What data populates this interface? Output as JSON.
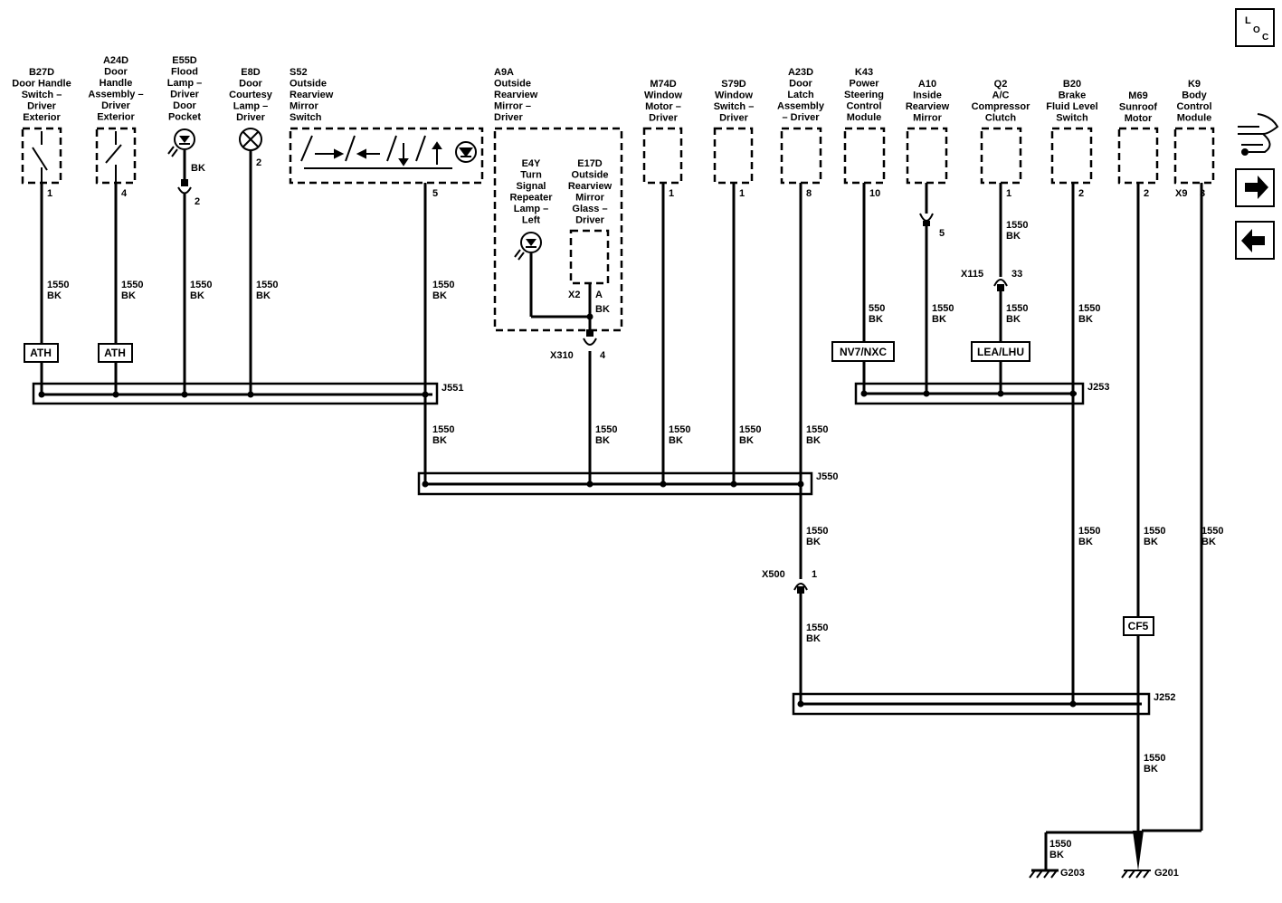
{
  "components": [
    {
      "id": "b27d",
      "lines": [
        "B27D",
        "Door Handle",
        "Switch –",
        "Driver",
        "Exterior"
      ],
      "pin": "1"
    },
    {
      "id": "a24d",
      "lines": [
        "A24D",
        "Door",
        "Handle",
        "Assembly –",
        "Driver",
        "Exterior"
      ],
      "pin": "4"
    },
    {
      "id": "e55d",
      "lines": [
        "E55D",
        "Flood",
        "Lamp –",
        "Driver",
        "Door",
        "Pocket"
      ],
      "pin": "2",
      "wire_color": "BK"
    },
    {
      "id": "e8d",
      "lines": [
        "E8D",
        "Door",
        "Courtesy",
        "Lamp –",
        "Driver"
      ],
      "pin": "2"
    },
    {
      "id": "s52",
      "lines": [
        "S52",
        "Outside",
        "Rearview",
        "Mirror",
        "Switch"
      ],
      "pin": "5"
    },
    {
      "id": "a9a",
      "lines": [
        "A9A",
        "Outside",
        "Rearview",
        "Mirror –",
        "Driver"
      ]
    },
    {
      "id": "e4y",
      "lines": [
        "E4Y",
        "Turn",
        "Signal",
        "Repeater",
        "Lamp –",
        "Left"
      ]
    },
    {
      "id": "e17d",
      "lines": [
        "E17D",
        "Outside",
        "Rearview",
        "Mirror",
        "Glass –",
        "Driver"
      ],
      "connector": "X2",
      "pin": "A",
      "wire_color": "BK"
    },
    {
      "id": "m74d",
      "lines": [
        "M74D",
        "Window",
        "Motor –",
        "Driver"
      ],
      "pin": "1"
    },
    {
      "id": "s79d",
      "lines": [
        "S79D",
        "Window",
        "Switch –",
        "Driver"
      ],
      "pin": "1"
    },
    {
      "id": "a23d",
      "lines": [
        "A23D",
        "Door",
        "Latch",
        "Assembly",
        "– Driver"
      ],
      "pin": "8"
    },
    {
      "id": "k43",
      "lines": [
        "K43",
        "Power",
        "Steering",
        "Control",
        "Module"
      ],
      "pin": "10"
    },
    {
      "id": "a10",
      "lines": [
        "A10",
        "Inside",
        "Rearview",
        "Mirror"
      ],
      "pin": "5"
    },
    {
      "id": "q2",
      "lines": [
        "Q2",
        "A/C",
        "Compressor",
        "Clutch"
      ],
      "pin": "1"
    },
    {
      "id": "b20",
      "lines": [
        "B20",
        "Brake",
        "Fluid Level",
        "Switch"
      ],
      "pin": "2"
    },
    {
      "id": "m69",
      "lines": [
        "M69",
        "Sunroof",
        "Motor"
      ],
      "pin": "2"
    },
    {
      "id": "k9",
      "lines": [
        "K9",
        "Body",
        "Control",
        "Module"
      ],
      "connector": "X9",
      "pin": "3"
    }
  ],
  "wire_labels": {
    "gauge_1550": "1550",
    "gauge_550": "550",
    "color": "BK"
  },
  "options": {
    "ath_1": "ATH",
    "ath_2": "ATH",
    "nv7": "NV7/NXC",
    "lea": "LEA/LHU",
    "cf5": "CF5"
  },
  "connectors": {
    "x310": {
      "name": "X310",
      "pin": "4"
    },
    "x115": {
      "name": "X115",
      "pin": "33"
    },
    "x500": {
      "name": "X500",
      "pin": "1"
    }
  },
  "splices": {
    "j551": "J551",
    "j253": "J253",
    "j550": "J550",
    "j252": "J252"
  },
  "grounds": {
    "g203": "G203",
    "g201": "G201"
  },
  "nav": {
    "loc_l": "L",
    "loc_o": "O",
    "loc_c": "C",
    "icons": [
      "loc-icon",
      "harness-icon",
      "arrow-right-icon",
      "arrow-left-icon"
    ]
  }
}
